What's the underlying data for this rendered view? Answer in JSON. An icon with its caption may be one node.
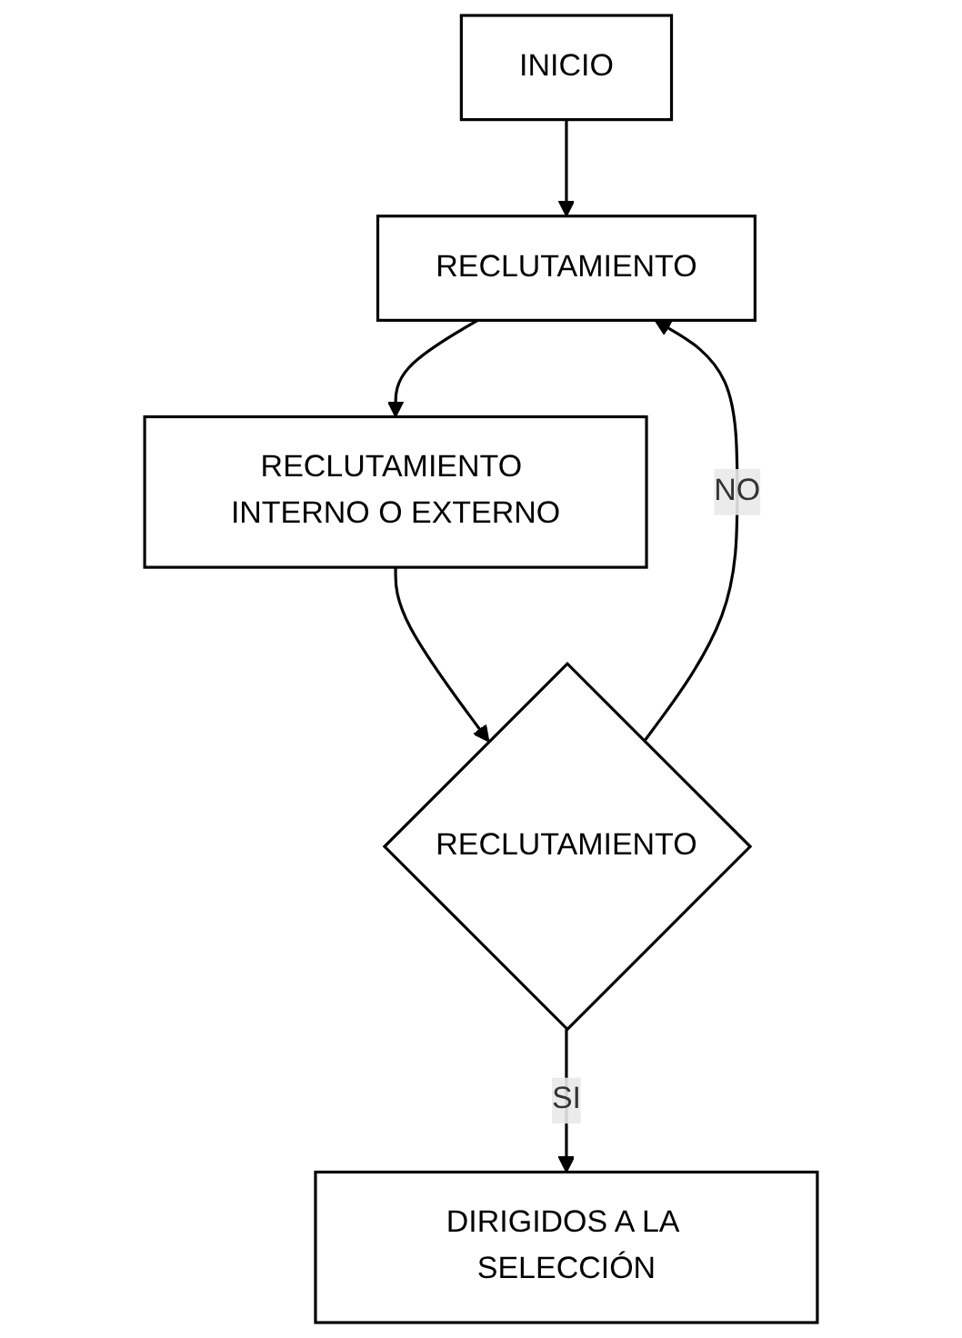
{
  "diagram": {
    "nodes": [
      {
        "text": [
          "INICIO"
        ]
      },
      {
        "text": [
          "RECLUTAMIENTO"
        ]
      },
      {
        "text": [
          "RECLUTAMIENTO INTERNO O EXTERNO"
        ]
      },
      {
        "text": [
          "RECLUTAMIENTO"
        ]
      },
      {
        "text": [
          "DIRIGIDOS A LA SELECCIÓN"
        ]
      }
    ],
    "edges": [
      {
        "from": 0,
        "to": 1,
        "arrow": "to"
      },
      {
        "from": 1,
        "to": 2,
        "arrow": "to"
      },
      {
        "from": 2,
        "to": 3,
        "arrow": "to"
      },
      {
        "from": 3,
        "to": 1,
        "arrow": "to",
        "label": "NO"
      },
      {
        "from": 3,
        "to": 4,
        "arrow": "to",
        "label": "SI"
      }
    ]
  }
}
